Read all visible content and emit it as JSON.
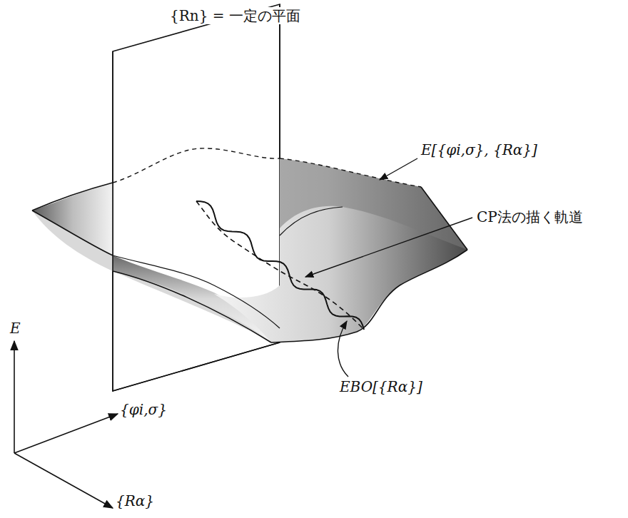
{
  "diagram": {
    "labels": [
      "{Rn} = 一定の平面",
      "E[{φi,σ}, {Rα}]",
      "CP法の描く軌道",
      "EBO[{Rα}]",
      "E",
      "{φi,σ}",
      "{Rα}"
    ]
  }
}
